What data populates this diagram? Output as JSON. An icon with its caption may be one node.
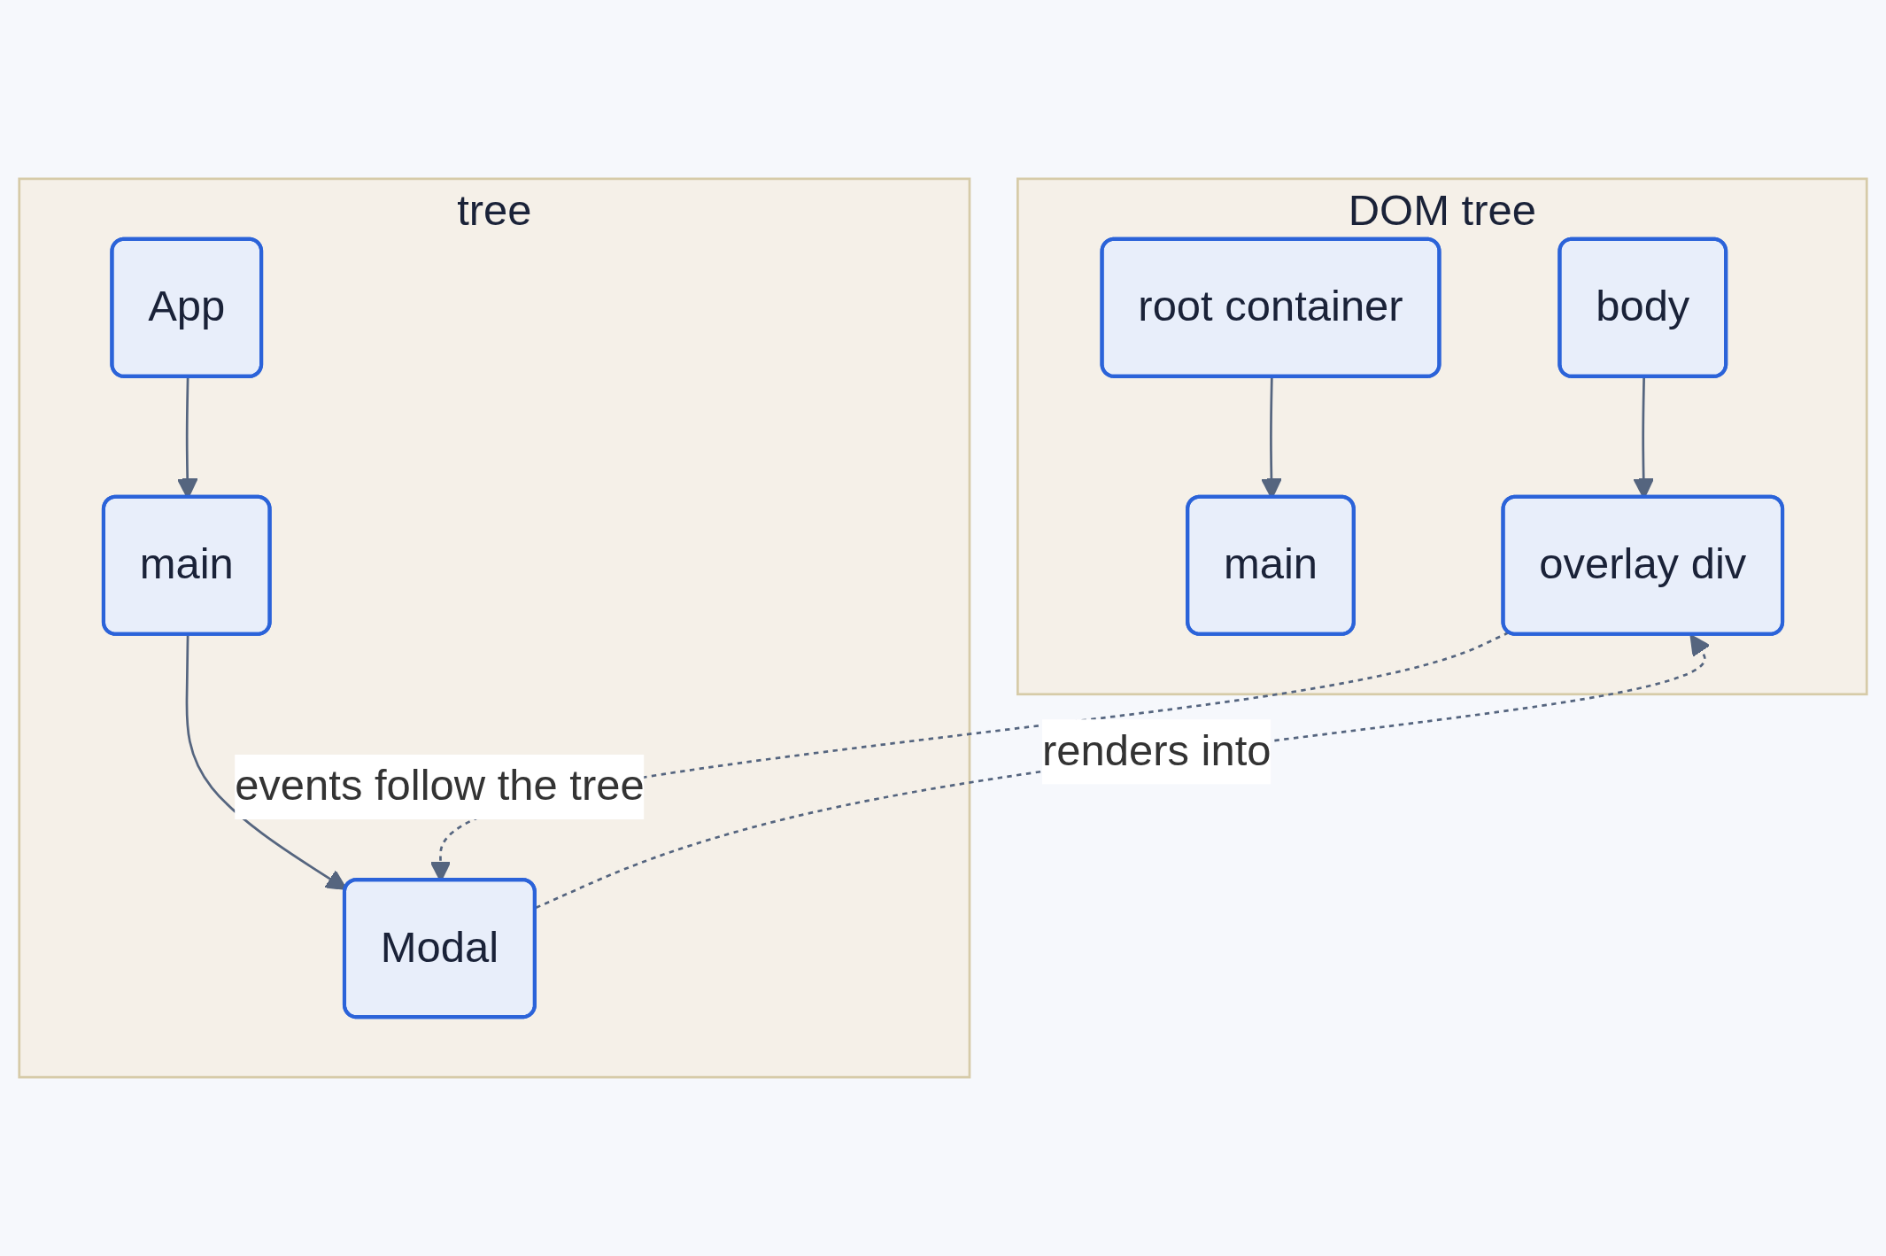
{
  "diagram": {
    "nodes": [
      {
        "text": [
          "DOM tree"
        ]
      },
      {
        "text": [
          "root container"
        ],
        "in": 0
      },
      {
        "text": [
          "body"
        ],
        "in": 0
      },
      {
        "text": [
          "main"
        ],
        "in": 0
      },
      {
        "text": [
          "overlay div"
        ],
        "in": 0
      },
      {
        "text": [
          "tree"
        ]
      },
      {
        "text": [
          "App"
        ],
        "in": 5
      },
      {
        "text": [
          "main"
        ],
        "in": 5
      },
      {
        "text": [
          "Modal"
        ],
        "in": 5
      }
    ],
    "edges": [
      {
        "from": 1,
        "to": 3,
        "arrow": "to"
      },
      {
        "from": 2,
        "to": 4,
        "arrow": "to"
      },
      {
        "from": 6,
        "to": 7,
        "arrow": "to"
      },
      {
        "from": 7,
        "to": 8,
        "arrow": "to"
      },
      {
        "from": 8,
        "to": 4,
        "arrow": "to",
        "label": "renders into",
        "style": "dashed"
      },
      {
        "from": 4,
        "to": 8,
        "arrow": "to",
        "label": "events follow the tree",
        "style": "dashed"
      }
    ]
  }
}
